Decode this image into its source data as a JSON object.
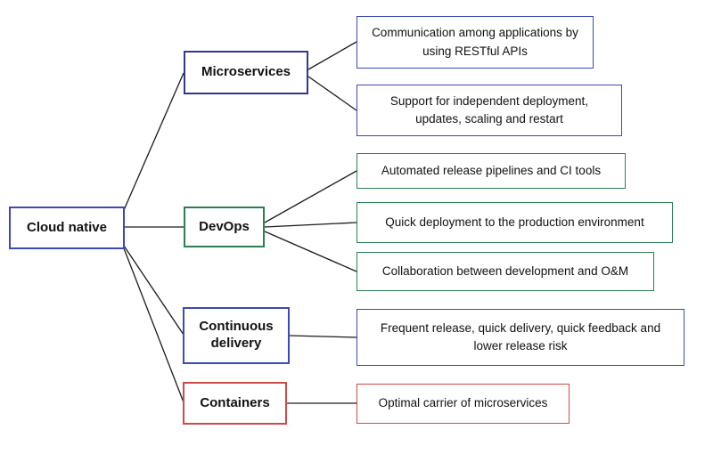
{
  "diagram": {
    "root": {
      "label": "Cloud native"
    },
    "branches": [
      {
        "label": "Microservices",
        "leaves": [
          "Communication among applications by using RESTful APIs",
          "Support for independent deployment, updates, scaling and restart"
        ]
      },
      {
        "label": "DevOps",
        "leaves": [
          "Automated release pipelines and CI tools",
          "Quick deployment to the production environment",
          "Collaboration between development and O&M"
        ]
      },
      {
        "label": "Continuous delivery",
        "leaves": [
          "Frequent release, quick delivery, quick feedback and lower release risk"
        ]
      },
      {
        "label": "Containers",
        "leaves": [
          "Optimal carrier of microservices"
        ]
      }
    ]
  },
  "colors": {
    "blue": "#3a4ab8",
    "navy": "#2e3794",
    "green": "#2b7f4f",
    "red": "#cd4b48",
    "line": "#1a1a1a"
  }
}
